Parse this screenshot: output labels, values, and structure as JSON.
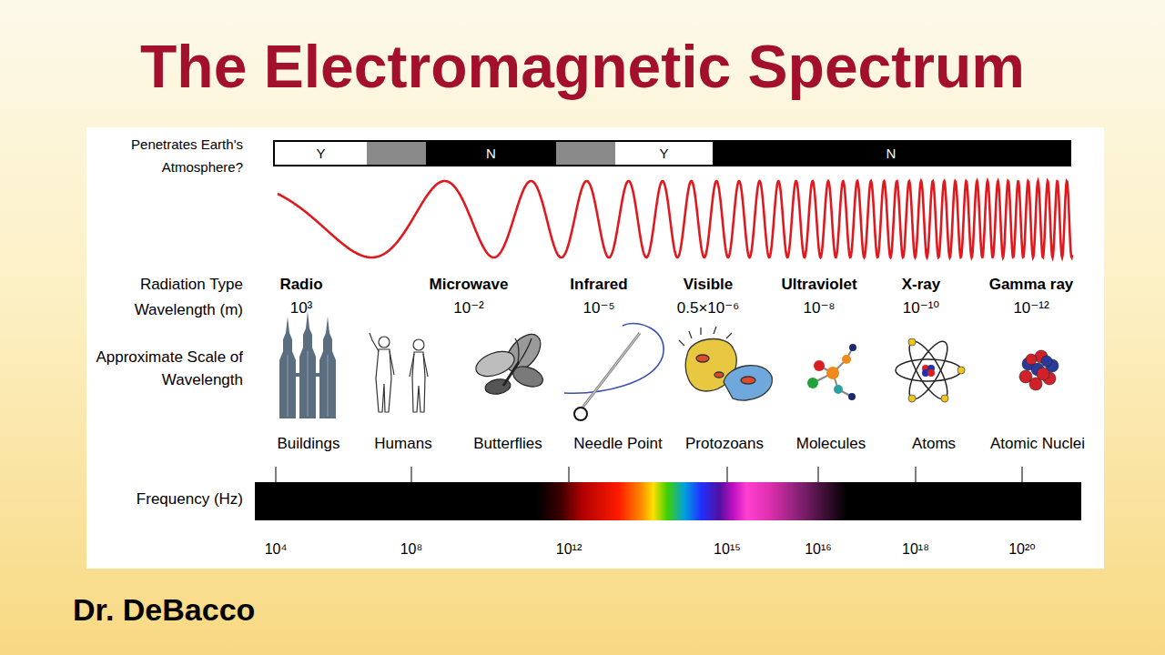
{
  "diagram": {
    "title": "The Electromagnetic Spectrum",
    "nodes": [
      {
        "text": [
          "Y"
        ]
      },
      {
        "text": [
          "N"
        ]
      },
      {
        "text": [
          "Y"
        ]
      },
      {
        "text": [
          "N"
        ]
      }
    ],
    "labels": [
      "Penetrates Earth's Atmosphere?",
      "Radiation Type",
      "Radio",
      "Microwave",
      "Infrared",
      "Visible",
      "Ultraviolet",
      "X-ray",
      "Gamma ray",
      "Wavelength (m)",
      "10³",
      "10⁻²",
      "10⁻⁵",
      "0.5×10⁻⁶",
      "10⁻⁸",
      "10⁻¹⁰",
      "10⁻¹²",
      "Approximate Scale of Wavelength",
      "Buildings",
      "Humans",
      "Butterflies",
      "Needle Point",
      "Protozoans",
      "Molecules",
      "Atoms",
      "Atomic Nuclei",
      "Frequency (Hz)",
      "10⁴",
      "10⁸",
      "10¹²",
      "10¹⁵",
      "10¹⁶",
      "10¹⁸",
      "10²⁰",
      "Dr. DeBacco"
    ]
  }
}
